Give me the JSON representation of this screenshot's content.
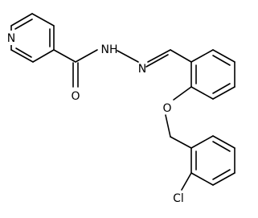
{
  "figure": {
    "type": "chemical-structure",
    "bond_color": "#000000",
    "background": "#ffffff"
  },
  "atom_labels": {
    "pyridine_n": "N",
    "hydrazide_nh": "NH",
    "imine_n": "N",
    "carbonyl_o": "O",
    "ether_o": "O",
    "chlorine": "Cl"
  }
}
